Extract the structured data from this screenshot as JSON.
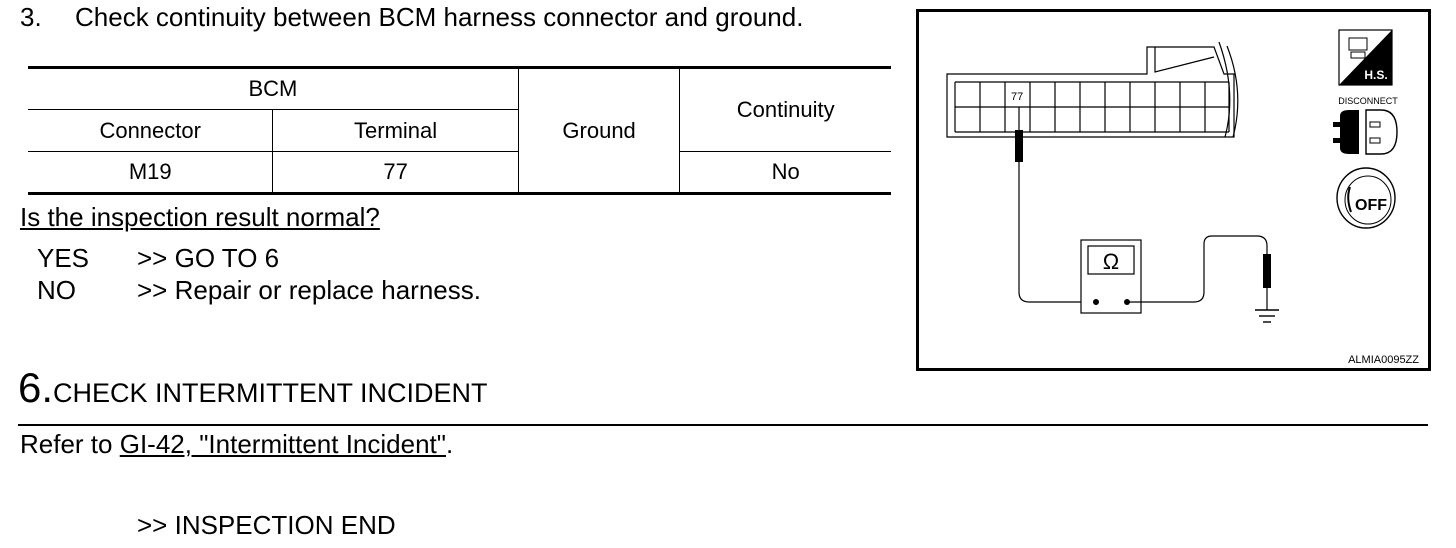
{
  "step3": {
    "number": "3.",
    "text": "Check continuity between BCM harness connector and ground."
  },
  "table": {
    "bcm_header": "BCM",
    "connector_header": "Connector",
    "terminal_header": "Terminal",
    "ground_header": "Ground",
    "continuity_header": "Continuity",
    "rows": [
      {
        "connector": "M19",
        "terminal": "77",
        "continuity": "No"
      }
    ]
  },
  "question": "Is the inspection result normal?",
  "answers": [
    {
      "label": "YES",
      "text": ">> GO TO 6"
    },
    {
      "label": "NO",
      "text": ">> Repair or replace harness."
    }
  ],
  "step6": {
    "number": "6.",
    "title": "CHECK INTERMITTENT INCIDENT"
  },
  "refer": {
    "prefix": "Refer to ",
    "link": "GI-42, \"Intermittent Incident\"",
    "suffix": "."
  },
  "end_text": ">> INSPECTION END",
  "figure": {
    "terminal_label": "77",
    "ohm_symbol": "Ω",
    "hs_label": "H.S.",
    "disconnect_label": "DISCONNECT",
    "off_label": "OFF",
    "figure_id": "ALMIA0095ZZ",
    "icons": [
      "hs-icon",
      "disconnect-icon",
      "ignition-off-icon",
      "ground-icon",
      "ohmmeter-icon"
    ]
  }
}
